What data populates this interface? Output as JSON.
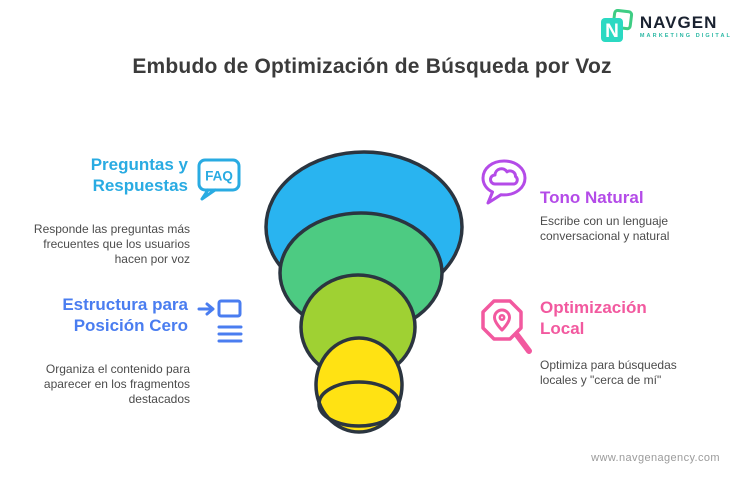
{
  "logo": {
    "brand": "NAVGEN",
    "tagline": "MARKETING DIGITAL",
    "mark_letter": "N",
    "mark_colors": {
      "front": "#2BD9C2",
      "back": "#3ECD84"
    }
  },
  "title": "Embudo de Optimización de Búsqueda por Voz",
  "left_items": [
    {
      "title": "Preguntas y Respuestas",
      "description": "Responde las preguntas más frecuentes que los usuarios hacen por voz",
      "icon": "faq-bubble-icon",
      "icon_label": "FAQ",
      "accent_color": "#29ABE2"
    },
    {
      "title": "Estructura para Posición Cero",
      "description": "Organiza el contenido para aparecer en los fragmentos destacados",
      "icon": "featured-snippet-icon",
      "accent_color": "#4A7DF0"
    }
  ],
  "right_items": [
    {
      "title": "Tono Natural",
      "description": "Escribe con un lenguaje conversacional y natural",
      "icon": "speech-cloud-icon",
      "accent_color": "#B44BE8"
    },
    {
      "title": "Optimización Local",
      "description": "Optimiza para búsquedas locales y \"cerca de mí\"",
      "icon": "location-search-icon",
      "accent_color": "#F2599F"
    }
  ],
  "funnel": {
    "outline_color": "#2B3540",
    "layer_colors": [
      "#29B4F0",
      "#4DCB82",
      "#9FD133",
      "#FFE213"
    ]
  },
  "footer": {
    "website": "www.navgenagency.com"
  }
}
